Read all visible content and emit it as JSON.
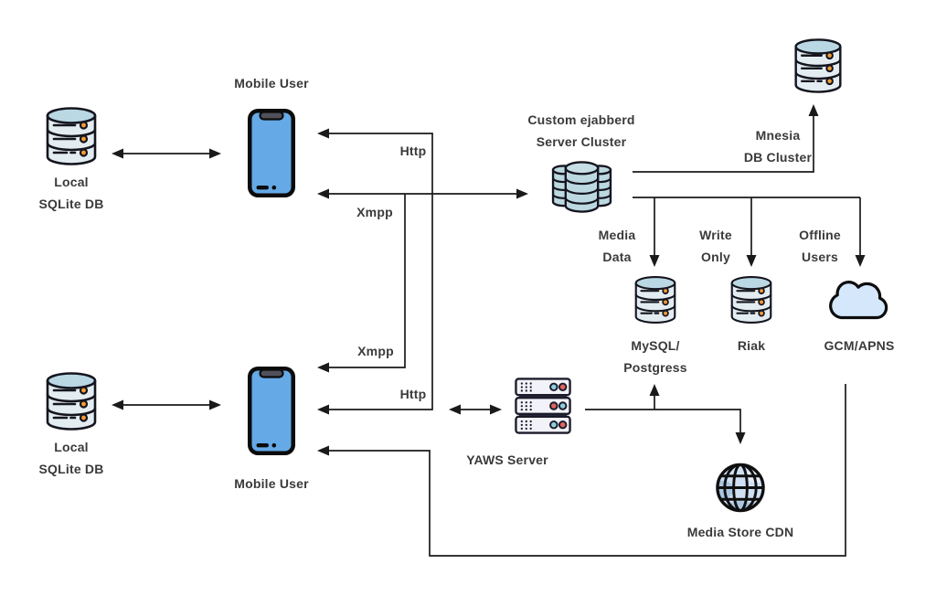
{
  "diagram": {
    "nodes": {
      "local_db_top": {
        "line1": "Local",
        "line2": "SQLite DB"
      },
      "mobile_user_top": {
        "label": "Mobile User"
      },
      "ejabberd": {
        "line1": "Custom ejabberd",
        "line2": "Server Cluster"
      },
      "mysql": {
        "line1": "MySQL/",
        "line2": "Postgress"
      },
      "riak": {
        "label": "Riak"
      },
      "gcm_apns": {
        "label": "GCM/APNS"
      },
      "local_db_bottom": {
        "line1": "Local",
        "line2": "SQLite DB"
      },
      "mobile_user_bottom": {
        "label": "Mobile User"
      },
      "yaws": {
        "label": "YAWS Server"
      },
      "media_cdn": {
        "label": "Media Store CDN"
      }
    },
    "edges": {
      "http_top": "Http",
      "xmpp_top": "Xmpp",
      "xmpp_bottom": "Xmpp",
      "http_bottom": "Http",
      "mnesia": {
        "line1": "Mnesia",
        "line2": "DB Cluster"
      },
      "media_data": {
        "line1": "Media",
        "line2": "Data"
      },
      "write_only": {
        "line1": "Write",
        "line2": "Only"
      },
      "offline_users": {
        "line1": "Offline",
        "line2": "Users"
      }
    },
    "colors": {
      "line": "#1a1a1a",
      "text": "#3a3a3a",
      "db_top": "#b9d8e4",
      "db_body": "#e3edf1",
      "db_dot": "#f59d33",
      "phone_screen": "#65a9e6",
      "cluster_fill": "#bcd8e0",
      "cloud_fill": "#d4e7fb",
      "globe_fill": "#cfe0f2",
      "server_unit_fill": "#f2f2f9",
      "server_chassis": "#2e2e40",
      "indicator_teal": "#8fd0dc",
      "indicator_red": "#e2635f"
    }
  }
}
